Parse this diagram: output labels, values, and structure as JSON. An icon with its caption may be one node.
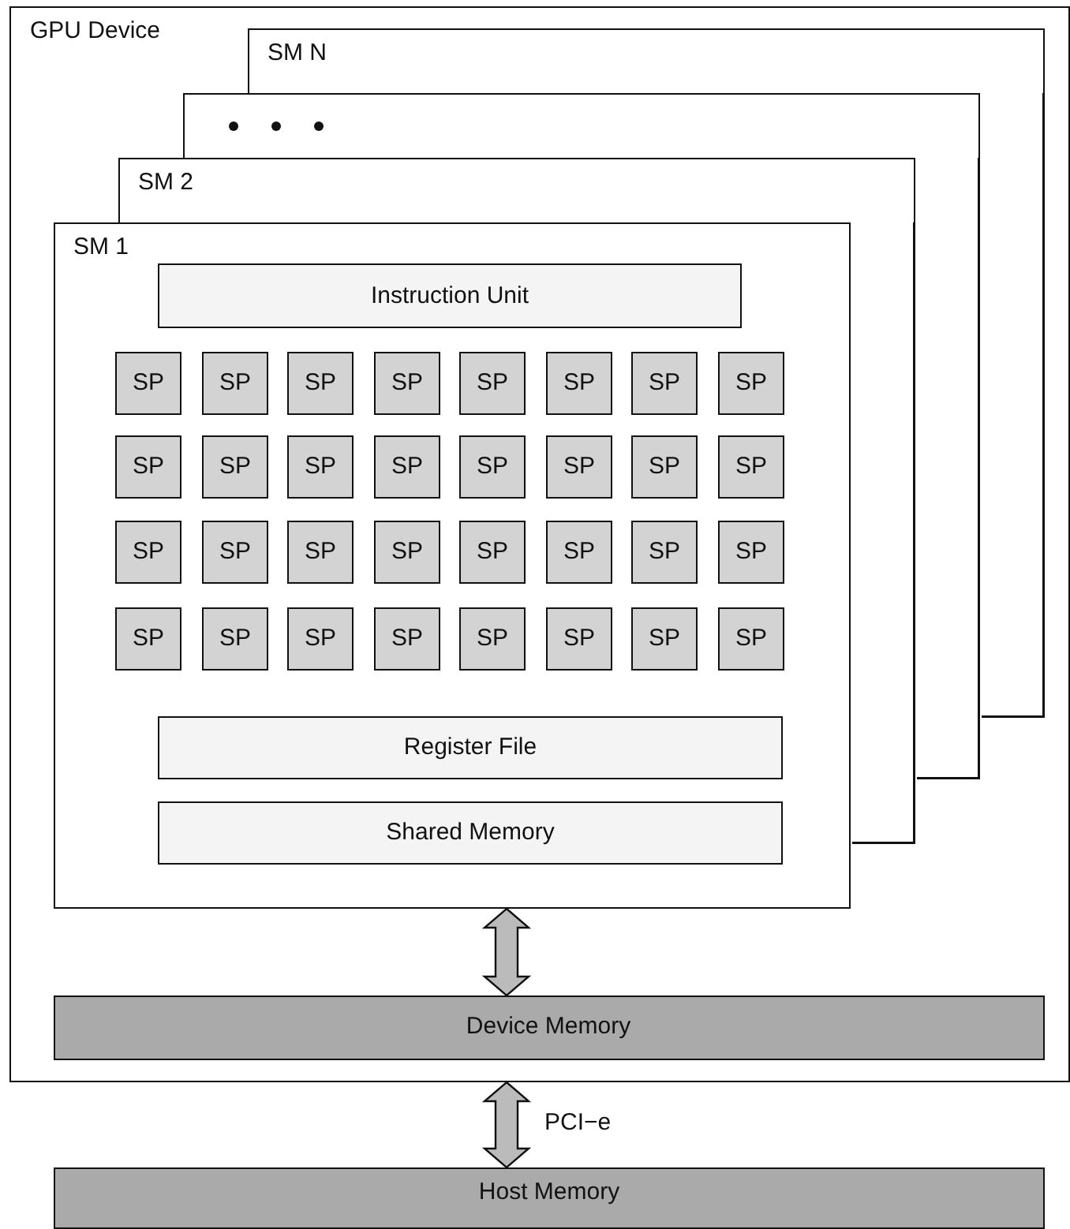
{
  "diagram": {
    "nodes": [
      {
        "text": [
          "GPU Device"
        ]
      },
      {
        "text": [
          "SM N"
        ],
        "in": 0
      },
      {
        "text": [],
        "shape": "box",
        "in": 0
      },
      {
        "text": [
          "SM 2"
        ],
        "in": 0
      },
      {
        "text": [
          "SM 1"
        ],
        "in": 0
      },
      {
        "text": [
          "Instruction Unit"
        ],
        "in": 4
      },
      {
        "text": [
          "SP"
        ],
        "in": 4
      },
      {
        "text": [
          "SP"
        ],
        "in": 4
      },
      {
        "text": [
          "SP"
        ],
        "in": 4
      },
      {
        "text": [
          "SP"
        ],
        "in": 4
      },
      {
        "text": [
          "SP"
        ],
        "in": 4
      },
      {
        "text": [
          "SP"
        ],
        "in": 4
      },
      {
        "text": [
          "SP"
        ],
        "in": 4
      },
      {
        "text": [
          "SP"
        ],
        "in": 4
      },
      {
        "text": [
          "SP"
        ],
        "in": 4
      },
      {
        "text": [
          "SP"
        ],
        "in": 4
      },
      {
        "text": [
          "SP"
        ],
        "in": 4
      },
      {
        "text": [
          "SP"
        ],
        "in": 4
      },
      {
        "text": [
          "SP"
        ],
        "in": 4
      },
      {
        "text": [
          "SP"
        ],
        "in": 4
      },
      {
        "text": [
          "SP"
        ],
        "in": 4
      },
      {
        "text": [
          "SP"
        ],
        "in": 4
      },
      {
        "text": [
          "SP"
        ],
        "in": 4
      },
      {
        "text": [
          "SP"
        ],
        "in": 4
      },
      {
        "text": [
          "SP"
        ],
        "in": 4
      },
      {
        "text": [
          "SP"
        ],
        "in": 4
      },
      {
        "text": [
          "SP"
        ],
        "in": 4
      },
      {
        "text": [
          "SP"
        ],
        "in": 4
      },
      {
        "text": [
          "SP"
        ],
        "in": 4
      },
      {
        "text": [
          "SP"
        ],
        "in": 4
      },
      {
        "text": [
          "SP"
        ],
        "in": 4
      },
      {
        "text": [
          "SP"
        ],
        "in": 4
      },
      {
        "text": [
          "SP"
        ],
        "in": 4
      },
      {
        "text": [
          "SP"
        ],
        "in": 4
      },
      {
        "text": [
          "SP"
        ],
        "in": 4
      },
      {
        "text": [
          "SP"
        ],
        "in": 4
      },
      {
        "text": [
          "SP"
        ],
        "in": 4
      },
      {
        "text": [
          "SP"
        ],
        "in": 4
      },
      {
        "text": [
          "Register File"
        ],
        "in": 4
      },
      {
        "text": [
          "Shared Memory"
        ],
        "in": 4
      },
      {
        "text": [
          "Device Memory"
        ],
        "in": 0
      },
      {
        "text": [
          "Host Memory"
        ]
      }
    ],
    "edges": [
      {
        "from": 4,
        "to": 40,
        "arrow": "both",
        "style": "thick"
      },
      {
        "from": 0,
        "to": 41,
        "arrow": "both",
        "style": "thick",
        "label": "PCI−e"
      }
    ]
  }
}
